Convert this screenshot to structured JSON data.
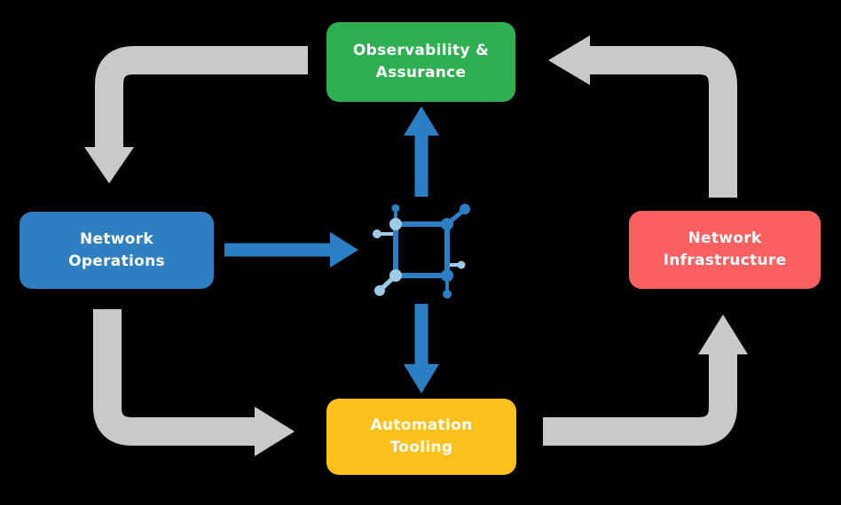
{
  "diagram": {
    "background": "#000000",
    "colors": {
      "green": "#2EB052",
      "blue": "#2E7FC1",
      "red": "#F9605F",
      "yellow": "#FCC21B",
      "gray_arrow": "#C9C9C9",
      "blue_arrow": "#2B80C5",
      "icon_dark": "#2B80C5",
      "icon_light": "#9FCBEA",
      "label_text": "#FFFFFF"
    },
    "nodes": {
      "observability": {
        "label": "Observability &\nAssurance"
      },
      "operations": {
        "label": "Network\nOperations"
      },
      "infrastructure": {
        "label": "Network\nInfrastructure"
      },
      "automation": {
        "label": "Automation\nTooling"
      }
    },
    "center_icon": "network-nodes-icon",
    "edges": [
      {
        "from": "Observability & Assurance",
        "to": "Network Operations",
        "style": "gray"
      },
      {
        "from": "Network Operations",
        "to": "Automation Tooling",
        "style": "gray"
      },
      {
        "from": "Automation Tooling",
        "to": "Network Infrastructure",
        "style": "gray"
      },
      {
        "from": "Network Infrastructure",
        "to": "Observability & Assurance",
        "style": "gray"
      },
      {
        "from": "Network Operations",
        "to": "center-icon",
        "style": "blue"
      },
      {
        "from": "center-icon",
        "to": "Observability & Assurance",
        "style": "blue"
      },
      {
        "from": "center-icon",
        "to": "Automation Tooling",
        "style": "blue"
      }
    ]
  }
}
